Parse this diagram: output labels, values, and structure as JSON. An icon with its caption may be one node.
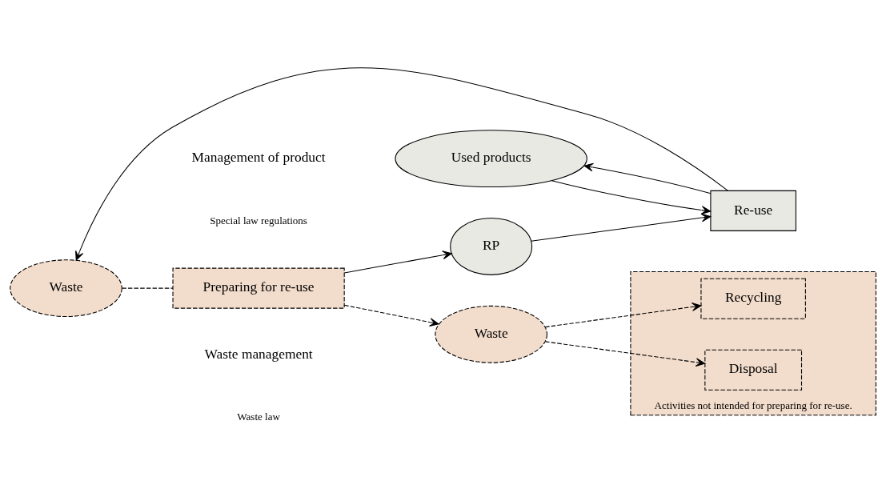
{
  "diagram": {
    "nodes": [
      {
        "text": [
          "Used products"
        ]
      },
      {
        "text": [
          "Re-use"
        ]
      },
      {
        "text": [
          "RP"
        ]
      },
      {
        "text": [
          "Waste"
        ]
      },
      {
        "text": [
          "Preparing for re-use"
        ]
      },
      {
        "text": [
          "Waste"
        ]
      },
      {
        "text": [
          "Activities not intended for preparing for re-use."
        ]
      },
      {
        "text": [
          "Recycling"
        ],
        "in": 6
      },
      {
        "text": [
          "Disposal"
        ],
        "in": 6
      }
    ],
    "edges": [
      {
        "from": 1,
        "to": 0,
        "arrow": "to"
      },
      {
        "from": 1,
        "to": 3,
        "arrow": "to"
      },
      {
        "from": 0,
        "to": 1,
        "arrow": "to"
      },
      {
        "from": 3,
        "to": 4,
        "arrow": "none",
        "style": "dashed"
      },
      {
        "from": 4,
        "to": 2,
        "arrow": "to"
      },
      {
        "from": 4,
        "to": 5,
        "arrow": "to",
        "style": "dashed"
      },
      {
        "from": 2,
        "to": 1,
        "arrow": "to"
      },
      {
        "from": 5,
        "to": 7,
        "arrow": "to",
        "style": "dashed"
      },
      {
        "from": 5,
        "to": 8,
        "arrow": "to",
        "style": "dashed"
      }
    ],
    "labels": [
      "Management of product",
      "Special law regulations",
      "Waste management",
      "Waste law"
    ]
  }
}
